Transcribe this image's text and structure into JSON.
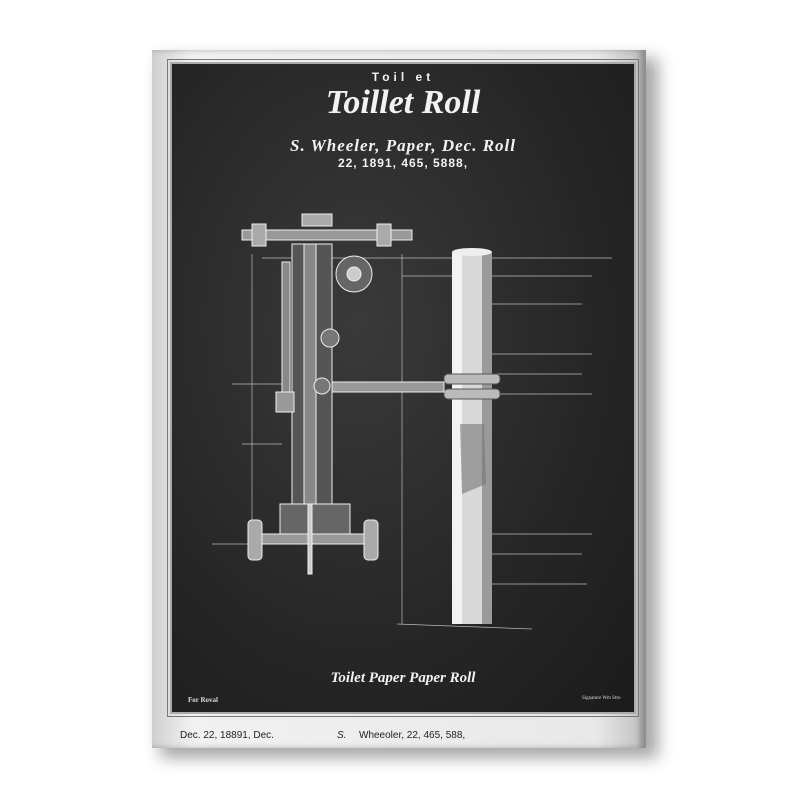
{
  "poster": {
    "kicker": "Toil et",
    "title": "Toillet Roll",
    "subtitle": "S. Wheeler,   Paper,  Dec. Roll",
    "numbers": "22, 1891, 465,  5888,",
    "caption": "Toilet Paper Paper Roll",
    "bottom_left_label": "For Roval",
    "bottom_right_label": "Signature Wm Stro",
    "footer_date": "Dec.  22, 18891, Dec.",
    "footer_initial": "S.",
    "footer_patent": "Wheeoler, 22, 465, 588,"
  },
  "colors": {
    "panel": "#262626",
    "ink": "#f2f2f2",
    "frame": "#e8e8e8"
  }
}
